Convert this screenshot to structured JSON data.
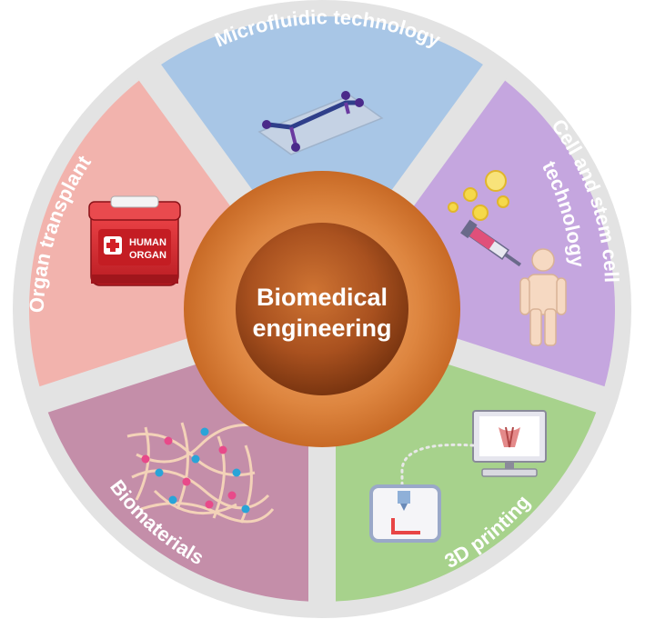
{
  "center": {
    "line1": "Biomedical",
    "line2": "engineering"
  },
  "segments": [
    {
      "id": "microfluidic",
      "label": "Microfluidic technology",
      "color": "#a8c6e6",
      "icon": "microfluidic-chip-icon"
    },
    {
      "id": "cell-stem",
      "label_line1": "Cell and stem cell",
      "label_line2": "technology",
      "color": "#c5a6df",
      "icon": "syringe-person-icon"
    },
    {
      "id": "printing",
      "label": "3D printing",
      "color": "#a7d28c",
      "icon": "printer-monitor-icon"
    },
    {
      "id": "biomaterials",
      "label": "Biomaterials",
      "color": "#c48ea9",
      "icon": "fiber-network-icon"
    },
    {
      "id": "organ",
      "label": "Organ transplant",
      "color": "#f2b3ad",
      "icon": "organ-cooler-icon"
    }
  ],
  "organ_box": {
    "line1": "HUMAN",
    "line2": "ORGAN"
  },
  "colors": {
    "ring_outer": "#e3e3e3",
    "hub_orange": "#d9813a",
    "hub_dark": "#9a4a1c"
  }
}
